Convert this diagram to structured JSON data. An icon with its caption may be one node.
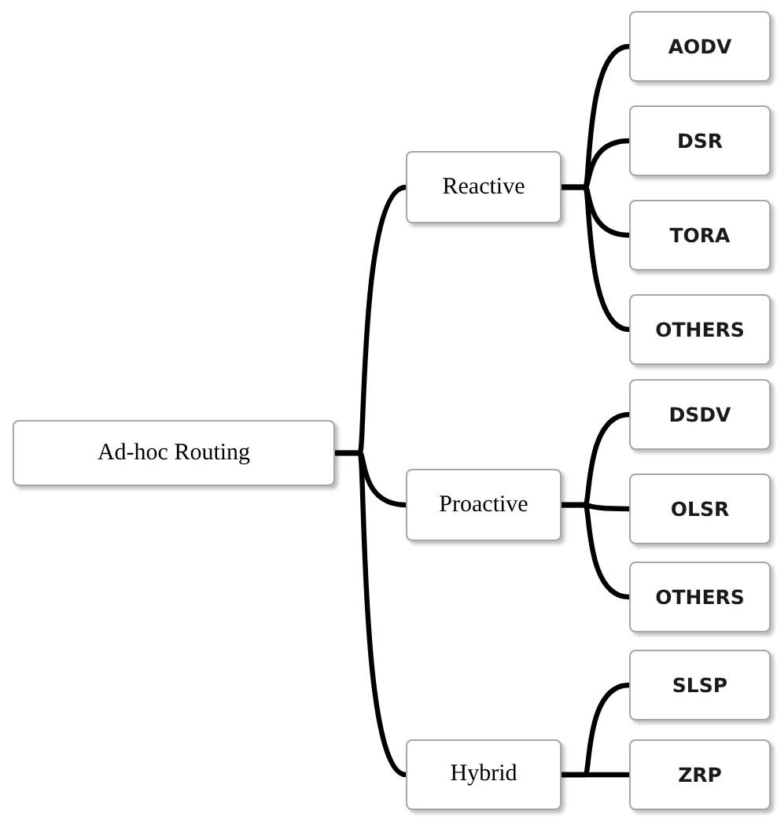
{
  "diagram": {
    "nodes": [
      {
        "text": [
          "Ad-hoc Routing"
        ]
      },
      {
        "text": [
          "Reactive"
        ]
      },
      {
        "text": [
          "Proactive"
        ]
      },
      {
        "text": [
          "Hybrid"
        ]
      },
      {
        "text": [
          "AODV"
        ]
      },
      {
        "text": [
          "DSR"
        ]
      },
      {
        "text": [
          "TORA"
        ]
      },
      {
        "text": [
          "OTHERS"
        ]
      },
      {
        "text": [
          "DSDV"
        ]
      },
      {
        "text": [
          "OLSR"
        ]
      },
      {
        "text": [
          "OTHERS"
        ]
      },
      {
        "text": [
          "SLSP"
        ]
      },
      {
        "text": [
          "ZRP"
        ]
      }
    ],
    "edges": [
      {
        "from": 0,
        "to": 1,
        "arrow": "none"
      },
      {
        "from": 0,
        "to": 2,
        "arrow": "none"
      },
      {
        "from": 0,
        "to": 3,
        "arrow": "none"
      },
      {
        "from": 1,
        "to": 4,
        "arrow": "none"
      },
      {
        "from": 1,
        "to": 5,
        "arrow": "none"
      },
      {
        "from": 1,
        "to": 6,
        "arrow": "none"
      },
      {
        "from": 1,
        "to": 7,
        "arrow": "none"
      },
      {
        "from": 2,
        "to": 8,
        "arrow": "none"
      },
      {
        "from": 2,
        "to": 9,
        "arrow": "none"
      },
      {
        "from": 2,
        "to": 10,
        "arrow": "none"
      },
      {
        "from": 3,
        "to": 11,
        "arrow": "none"
      },
      {
        "from": 3,
        "to": 12,
        "arrow": "none"
      }
    ]
  }
}
